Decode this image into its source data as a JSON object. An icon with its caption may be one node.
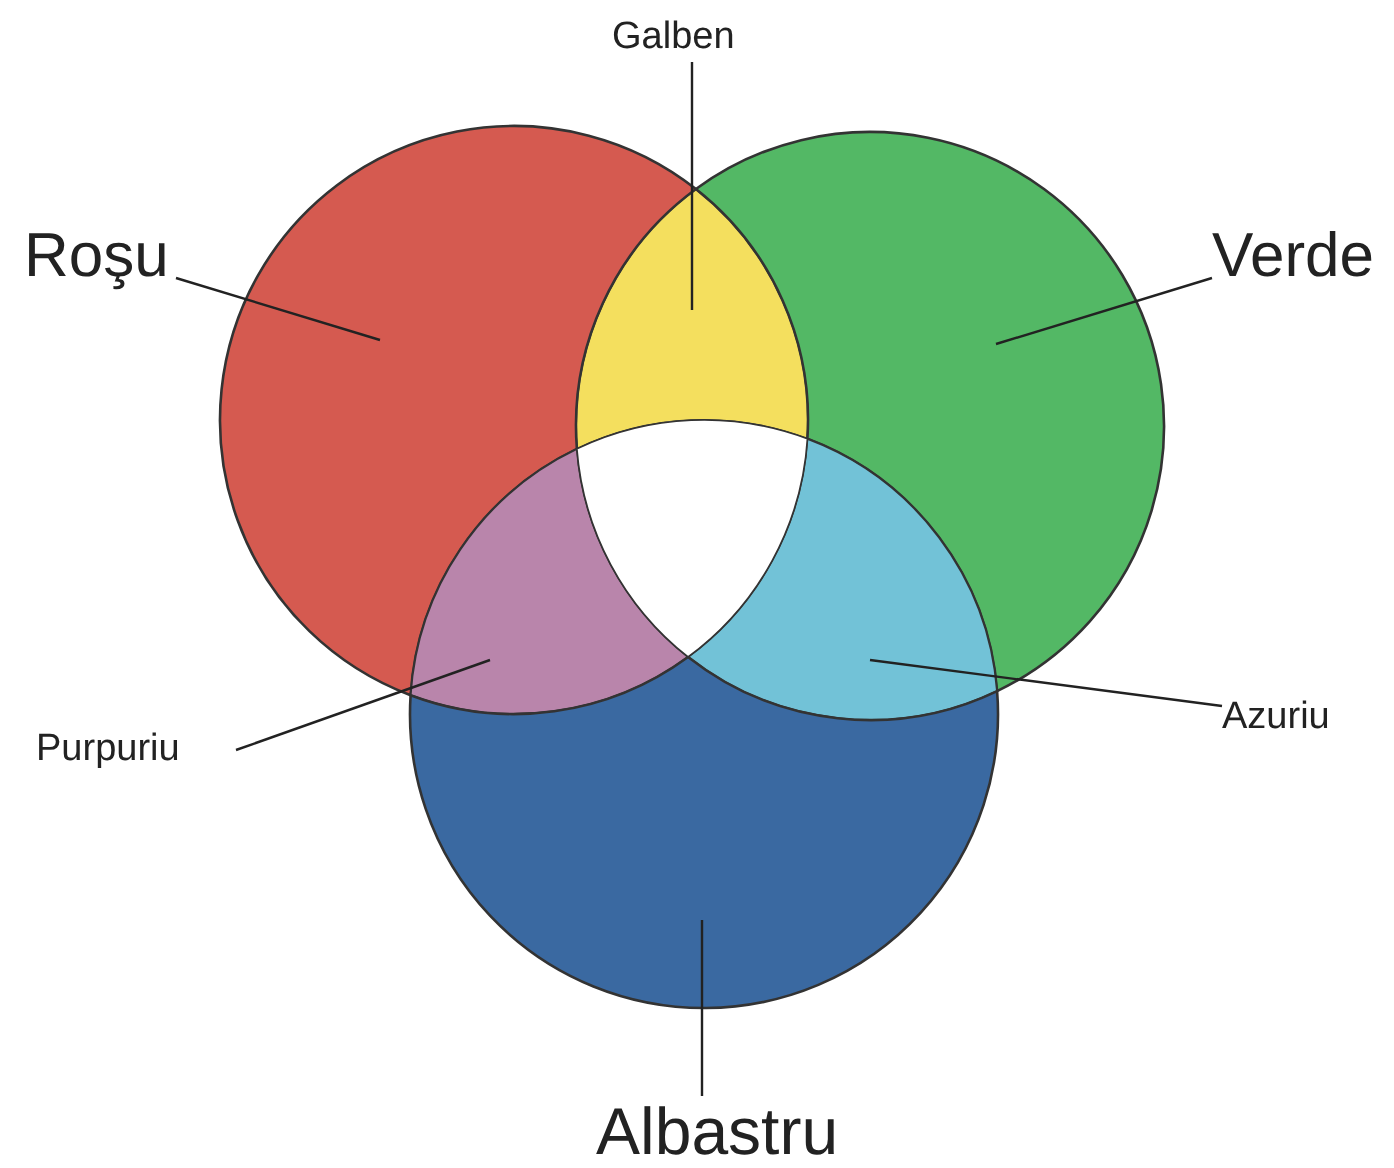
{
  "diagram": {
    "nodes": [
      {
        "text": [
          "Galben"
        ]
      },
      {
        "text": [],
        "shape": "lens"
      },
      {
        "text": [
          "Roşu"
        ]
      },
      {
        "text": [],
        "shape": "circle"
      },
      {
        "text": [
          "Verde"
        ]
      },
      {
        "text": [],
        "shape": "circle"
      },
      {
        "text": [
          "Purpuriu"
        ]
      },
      {
        "text": [],
        "shape": "lens"
      },
      {
        "text": [
          "Azuriu"
        ]
      },
      {
        "text": [],
        "shape": "lens"
      },
      {
        "text": [
          "Albastru"
        ]
      },
      {
        "text": [],
        "shape": "circle"
      },
      {
        "text": [],
        "shape": "triangle"
      }
    ],
    "edges": [
      {
        "from": 0,
        "to": 1,
        "arrow": "none"
      },
      {
        "from": 2,
        "to": 3,
        "arrow": "none"
      },
      {
        "from": 4,
        "to": 5,
        "arrow": "none"
      },
      {
        "from": 6,
        "to": 7,
        "arrow": "none"
      },
      {
        "from": 8,
        "to": 9,
        "arrow": "none"
      },
      {
        "from": 10,
        "to": 11,
        "arrow": "none"
      }
    ]
  }
}
